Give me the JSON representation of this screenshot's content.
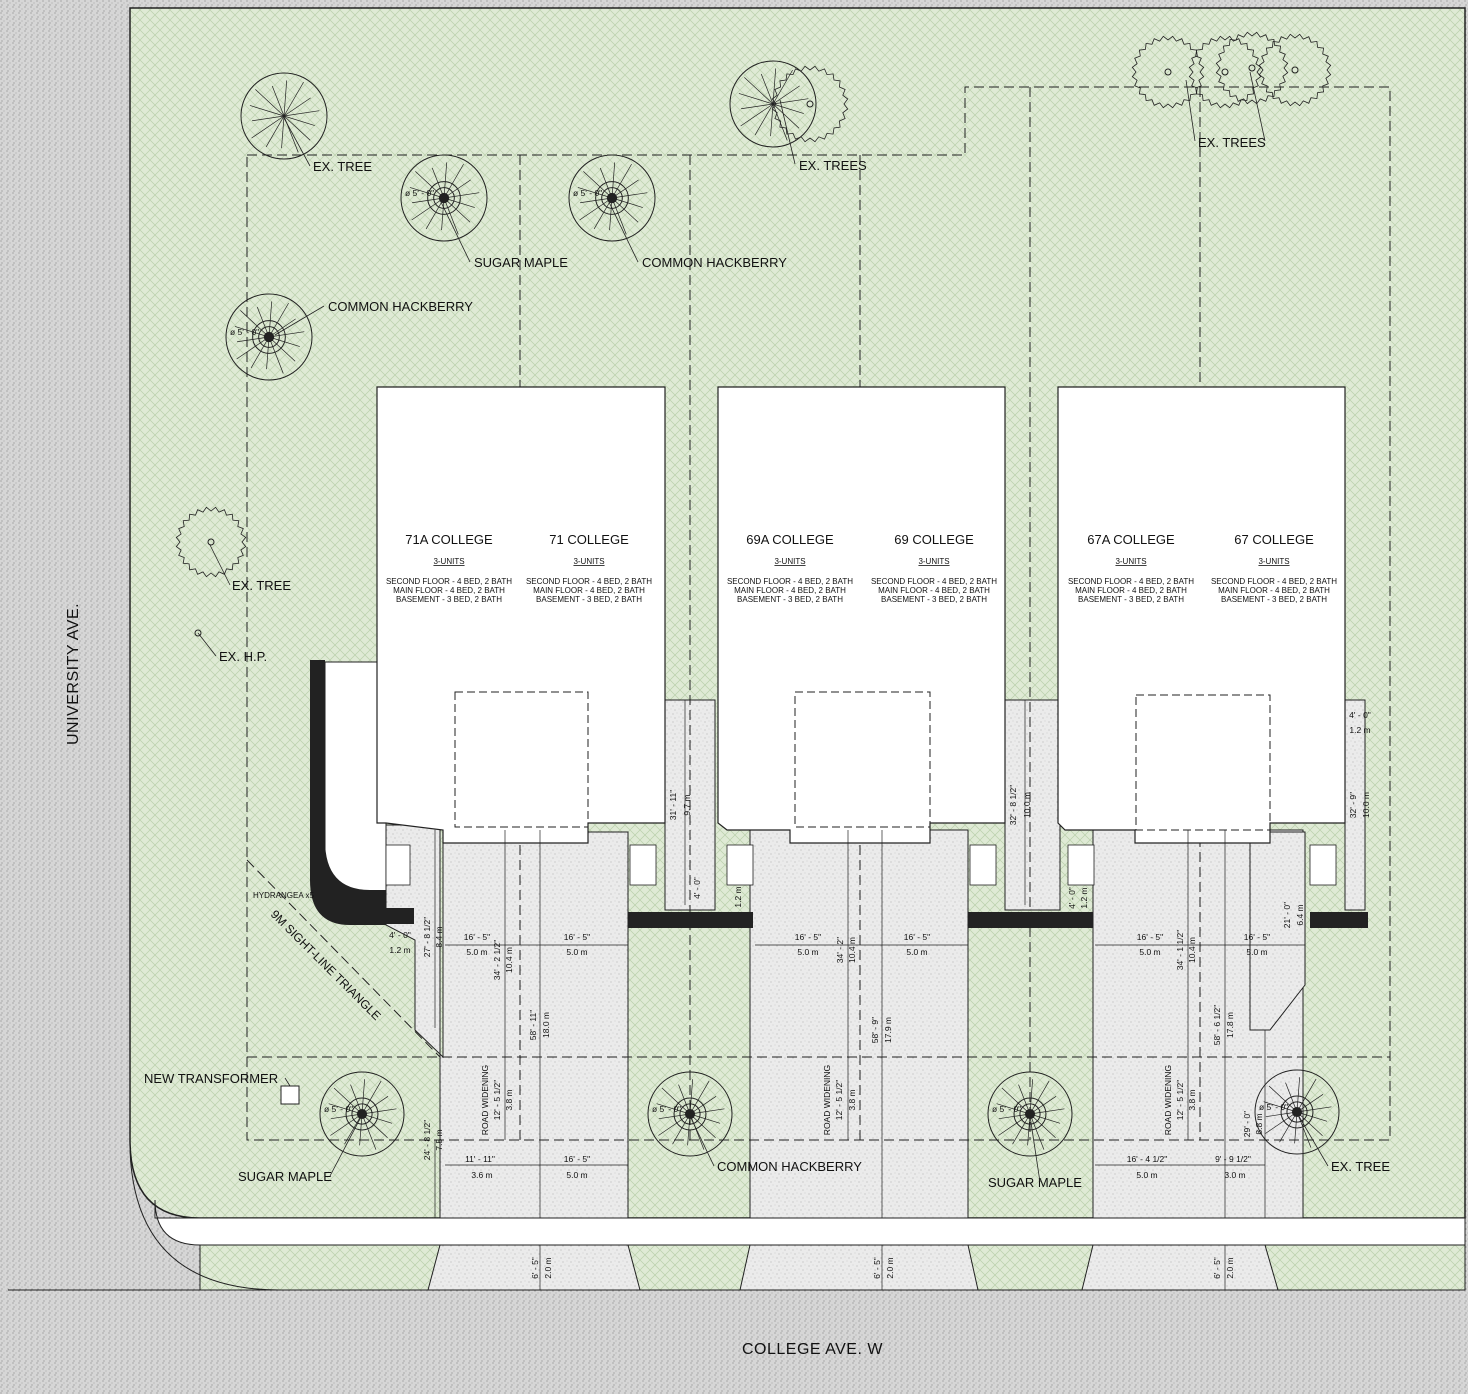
{
  "streets": {
    "west": "UNIVERSITY AVE.",
    "south": "COLLEGE AVE. W"
  },
  "buildings": [
    {
      "units": [
        {
          "name": "71A COLLEGE",
          "units_label": "3-UNITS",
          "floors": [
            "SECOND FLOOR - 4 BED, 2 BATH",
            "MAIN FLOOR -  4 BED, 2 BATH",
            "BASEMENT -  3 BED, 2 BATH"
          ]
        },
        {
          "name": "71 COLLEGE",
          "units_label": "3-UNITS",
          "floors": [
            "SECOND FLOOR - 4 BED, 2 BATH",
            "MAIN FLOOR -  4 BED, 2 BATH",
            "BASEMENT -  3 BED, 2 BATH"
          ]
        }
      ]
    },
    {
      "units": [
        {
          "name": "69A COLLEGE",
          "units_label": "3-UNITS",
          "floors": [
            "SECOND FLOOR - 4 BED, 2 BATH",
            "MAIN FLOOR -  4 BED, 2 BATH",
            "BASEMENT -  3 BED, 2 BATH"
          ]
        },
        {
          "name": "69 COLLEGE",
          "units_label": "3-UNITS",
          "floors": [
            "SECOND FLOOR - 4 BED, 2 BATH",
            "MAIN FLOOR -  4 BED, 2 BATH",
            "BASEMENT -  3 BED, 2 BATH"
          ]
        }
      ]
    },
    {
      "units": [
        {
          "name": "67A COLLEGE",
          "units_label": "3-UNITS",
          "floors": [
            "SECOND FLOOR - 4 BED, 2 BATH",
            "MAIN FLOOR -  4 BED, 2 BATH",
            "BASEMENT -  3 BED, 2 BATH"
          ]
        },
        {
          "name": "67 COLLEGE",
          "units_label": "3-UNITS",
          "floors": [
            "SECOND FLOOR - 4 BED, 2 BATH",
            "MAIN FLOOR -  4 BED, 2 BATH",
            "BASEMENT -  3 BED, 2 BATH"
          ]
        }
      ]
    }
  ],
  "callouts": {
    "ex_tree_nw": "EX. TREE",
    "sugar_maple_n": "SUGAR MAPLE",
    "common_hackberry_n": "COMMON HACKBERRY",
    "ex_trees_n": "EX. TREES",
    "ex_trees_ne": "EX. TREES",
    "common_hackberry_w": "COMMON HACKBERRY",
    "ex_tree_w": "EX. TREE",
    "ex_hp": "EX. H.P.",
    "hydrangea": "HYDRANGEA x5",
    "sight_line": "9M SIGHT-LINE TRIANGLE",
    "new_transformer": "NEW TRANSFORMER",
    "sugar_maple_sw": "SUGAR MAPLE",
    "common_hackberry_s": "COMMON HACKBERRY",
    "sugar_maple_s": "SUGAR MAPLE",
    "ex_tree_se": "EX. TREE"
  },
  "tree_diameter": "ø 5' - 0\"",
  "dimensions": {
    "d1": "27' - 8 1/2\"",
    "d2": "8.4 m",
    "d3": "4' - 0\"",
    "d4": "1.2 m",
    "d5": "16' - 5\"",
    "d6": "5.0 m",
    "d7": "34' - 2 1/2\"",
    "d8": "10.4 m",
    "d9": "58' - 11\"",
    "d10": "18.0 m",
    "d11": "ROAD WIDENING",
    "d12": "12' - 5 1/2\"",
    "d13": "3.8 m",
    "d14": "24' - 8 1/2\"",
    "d15": "7.5 m",
    "d16": "11' - 11\"",
    "d17": "3.6 m",
    "d18": "31' - 11\"",
    "d19": "9.7 m",
    "d20": "34' - 2\"",
    "d21": "58' - 9\"",
    "d22": "17.9 m",
    "d23": "32' - 8 1/2\"",
    "d24": "10.0 m",
    "d25": "34' - 1 1/2\"",
    "d26": "58' - 6 1/2\"",
    "d27": "17.8 m",
    "d28": "21' - 0\"",
    "d29": "6.4 m",
    "d30": "32' - 9\"",
    "d31": "29' - 0\"",
    "d32": "8.8 m",
    "d33": "16' - 4 1/2\"",
    "d34": "9' - 9 1/2\"",
    "d35": "3.0 m",
    "d36": "6' - 5\"",
    "d37": "2.0 m"
  },
  "colors": {
    "grass": "#dfead5",
    "hatch": "#b9cfaa",
    "paving": "#ebebeb",
    "road": "#d6d6d6",
    "building": "#ffffff",
    "line": "#222222"
  }
}
